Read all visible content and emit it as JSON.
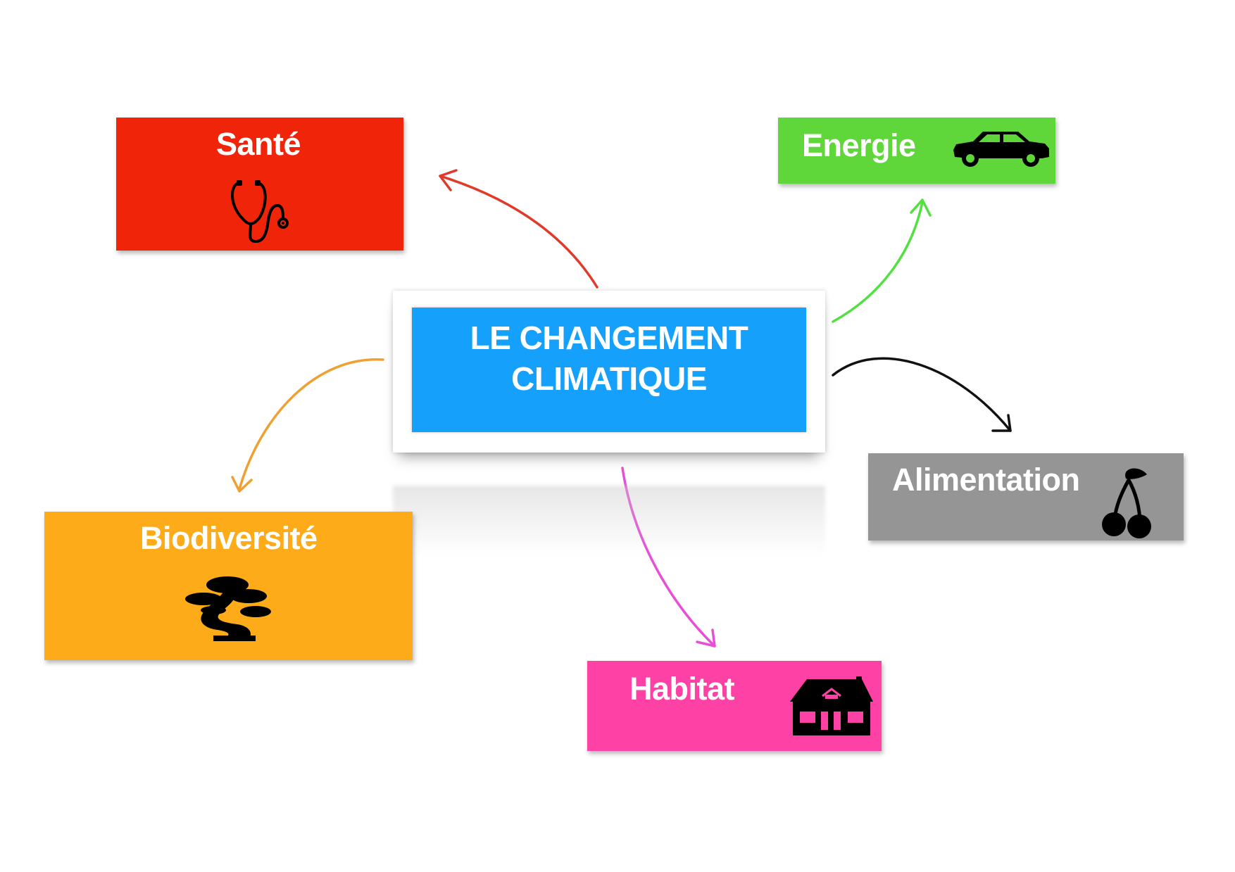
{
  "center": {
    "title_line1": "LE CHANGEMENT",
    "title_line2": "CLIMATIQUE",
    "color": "#14a0fb"
  },
  "topics": [
    {
      "label": "Santé",
      "color": "#ef2409",
      "icon": "stethoscope-icon",
      "arrow_color": "#e03a2a"
    },
    {
      "label": "Energie",
      "color": "#5fd73a",
      "icon": "car-icon",
      "arrow_color": "#52e040"
    },
    {
      "label": "Alimentation",
      "color": "#959595",
      "icon": "cherry-icon",
      "arrow_color": "#111111"
    },
    {
      "label": "Habitat",
      "color": "#fe41a4",
      "icon": "house-icon",
      "arrow_color": "#e84fd6"
    },
    {
      "label": "Biodiversité",
      "color": "#fdab18",
      "icon": "bonsai-tree-icon",
      "arrow_color": "#f0a030"
    }
  ]
}
